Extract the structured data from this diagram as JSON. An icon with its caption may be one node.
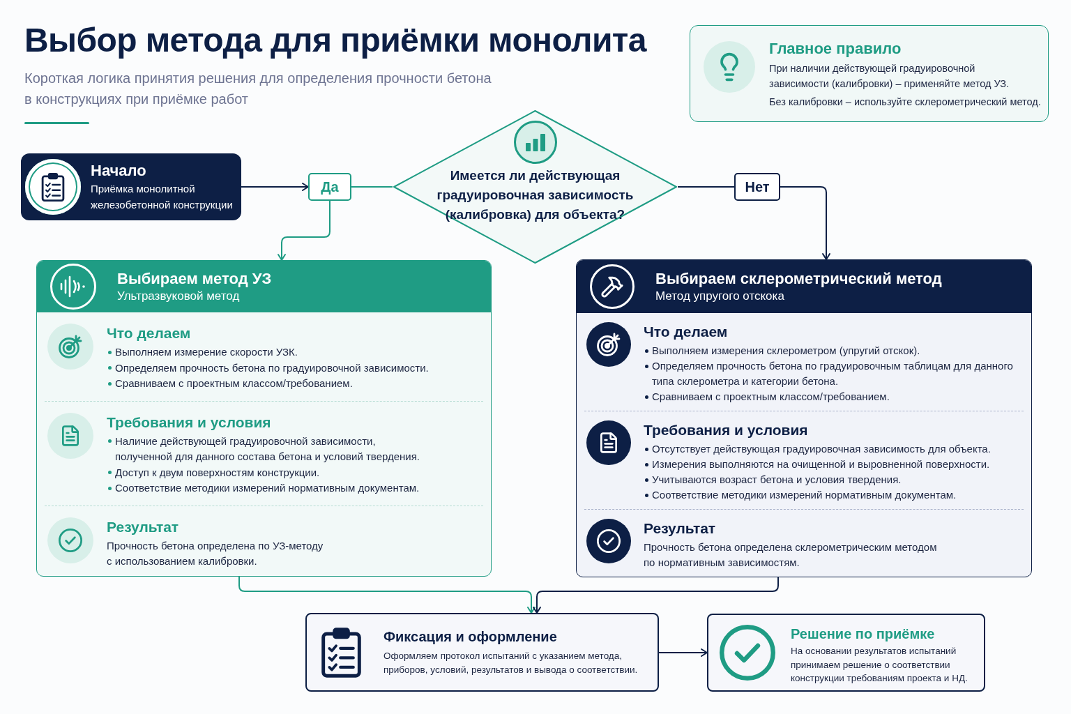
{
  "diagram": {
    "title": "Выбор метода для приёмки монолита",
    "nodes": [
      {
        "text": [
          "Главное правило",
          "При наличии действующей градуировочной зависимости (калибровки) – применяйте метод УЗ.",
          "Без калибровки – используйте склерометрический метод."
        ]
      },
      {
        "text": [
          "Начало",
          "Приёмка монолитной железобетонной конструкции"
        ]
      },
      {
        "text": [
          "Да"
        ]
      },
      {
        "text": [
          "Имеется ли действующая градуировочная зависимость (калибровка) для объекта?"
        ]
      },
      {
        "text": [
          "Нет"
        ]
      },
      {
        "text": [
          "Выбираем метод УЗ",
          "Ультразвуковой метод",
          "Что делаем",
          "Выполняем измерение скорости УЗК.",
          "Определяем прочность бетона по градуировочной зависимости.",
          "Сравниваем с проектным классом/требованием.",
          "Требования и условия",
          "Наличие действующей градуировочной зависимости, полученной для данного состава бетона и условий твердения.",
          "Доступ к двум поверхностям конструкции.",
          "Соответствие методики измерений нормативным документам.",
          "Результат",
          "Прочность бетона определена по УЗ-методу с использованием калибровки."
        ]
      },
      {
        "text": [
          "Выбираем склерометрический метод",
          "Метод упругого отскока",
          "Что делаем",
          "Выполняем измерения склерометром (упругий отскок).",
          "Определяем прочность бетона по градуировочным таблицам для данного типа склерометра и категории бетона.",
          "Сравниваем с проектным классом/требованием.",
          "Требования и условия",
          "Отсутствует действующая градуировочная зависимость для объекта.",
          "Измерения выполняются на очищенной и выровненной поверхности.",
          "Учитываются возраст бетона и условия твердения.",
          "Соответствие методики измерений нормативным документам.",
          "Результат",
          "Прочность бетона определена склерометрическим методом по нормативным зависимостям."
        ]
      },
      {
        "text": [
          "Фиксация и оформление",
          "Оформляем протокол испытаний с указанием метода, приборов, условий, результатов и вывода о соответствии."
        ]
      },
      {
        "text": [
          "Решение по приёмке",
          "На основании результатов испытаний принимаем решение о соответствии конструкции требованиям проекта и НД."
        ]
      }
    ],
    "edges": [
      {
        "from": 1,
        "to": 2,
        "arrow": "to"
      },
      {
        "from": 2,
        "to": 3,
        "arrow": "none",
        "color": "#1f9c84"
      },
      {
        "from": 2,
        "to": 5,
        "arrow": "to",
        "color": "#1f9c84"
      },
      {
        "from": 3,
        "to": 4,
        "arrow": "none"
      },
      {
        "from": 4,
        "to": 6,
        "arrow": "to"
      },
      {
        "from": 5,
        "to": 7,
        "arrow": "to",
        "color": "#1f9c84"
      },
      {
        "from": 6,
        "to": 7,
        "arrow": "to"
      },
      {
        "from": 7,
        "to": 8,
        "arrow": "to"
      }
    ],
    "labels": [
      "Короткая логика принятия решения для определения прочности бетона в конструкциях при приёмке работ"
    ]
  }
}
